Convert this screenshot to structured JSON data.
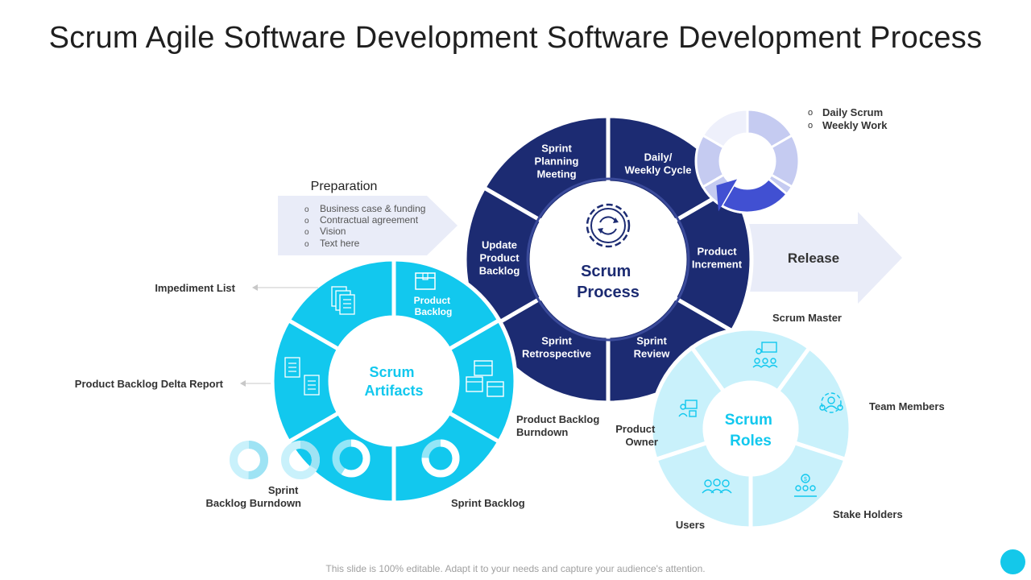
{
  "title": "Scrum Agile Software Development Software Development Process",
  "footer": "This slide is 100% editable. Adapt it to your needs and capture your audience's attention.",
  "colors": {
    "navy": "#1c2b72",
    "cyan": "#12c8ee",
    "light_cyan": "#c9f1fb",
    "periwinkle": "#c5cbf1",
    "blue_arrow": "#4150d2",
    "pale_arrow": "#e9ecf8"
  },
  "preparation": {
    "heading": "Preparation",
    "items": [
      "Business case & funding",
      "Contractual agreement",
      "Vision",
      "Text here"
    ]
  },
  "release": {
    "label": "Release"
  },
  "cycle_legend": {
    "items": [
      "Daily Scrum",
      "Weekly Work"
    ]
  },
  "scrum_process": {
    "center": [
      "Scrum",
      "Process"
    ],
    "segments": {
      "sprint_planning": [
        "Sprint",
        "Planning",
        "Meeting"
      ],
      "daily_weekly": [
        "Daily/",
        "Weekly Cycle"
      ],
      "product_increment": [
        "Product",
        "Increment"
      ],
      "sprint_review": [
        "Sprint",
        "Review"
      ],
      "sprint_retrospective": [
        "Sprint",
        "Retrospective"
      ],
      "update_backlog": [
        "Update",
        "Product",
        "Backlog"
      ]
    }
  },
  "scrum_artifacts": {
    "center": [
      "Scrum",
      "Artifacts"
    ],
    "inner_label": [
      "Product",
      "Backlog"
    ],
    "labels": {
      "impediment_list": "Impediment List",
      "delta_report": "Product Backlog Delta Report",
      "backlog_burndown": [
        "Product Backlog",
        "Burndown"
      ],
      "sprint_backlog": "Sprint Backlog",
      "sprint_burndown": [
        "Sprint",
        "Backlog Burndown"
      ]
    }
  },
  "scrum_roles": {
    "center": [
      "Scrum",
      "Roles"
    ],
    "labels": {
      "scrum_master": "Scrum Master",
      "team_members": "Team Members",
      "stake_holders": "Stake Holders",
      "users": "Users",
      "product_owner": [
        "Product",
        "Owner"
      ]
    }
  }
}
